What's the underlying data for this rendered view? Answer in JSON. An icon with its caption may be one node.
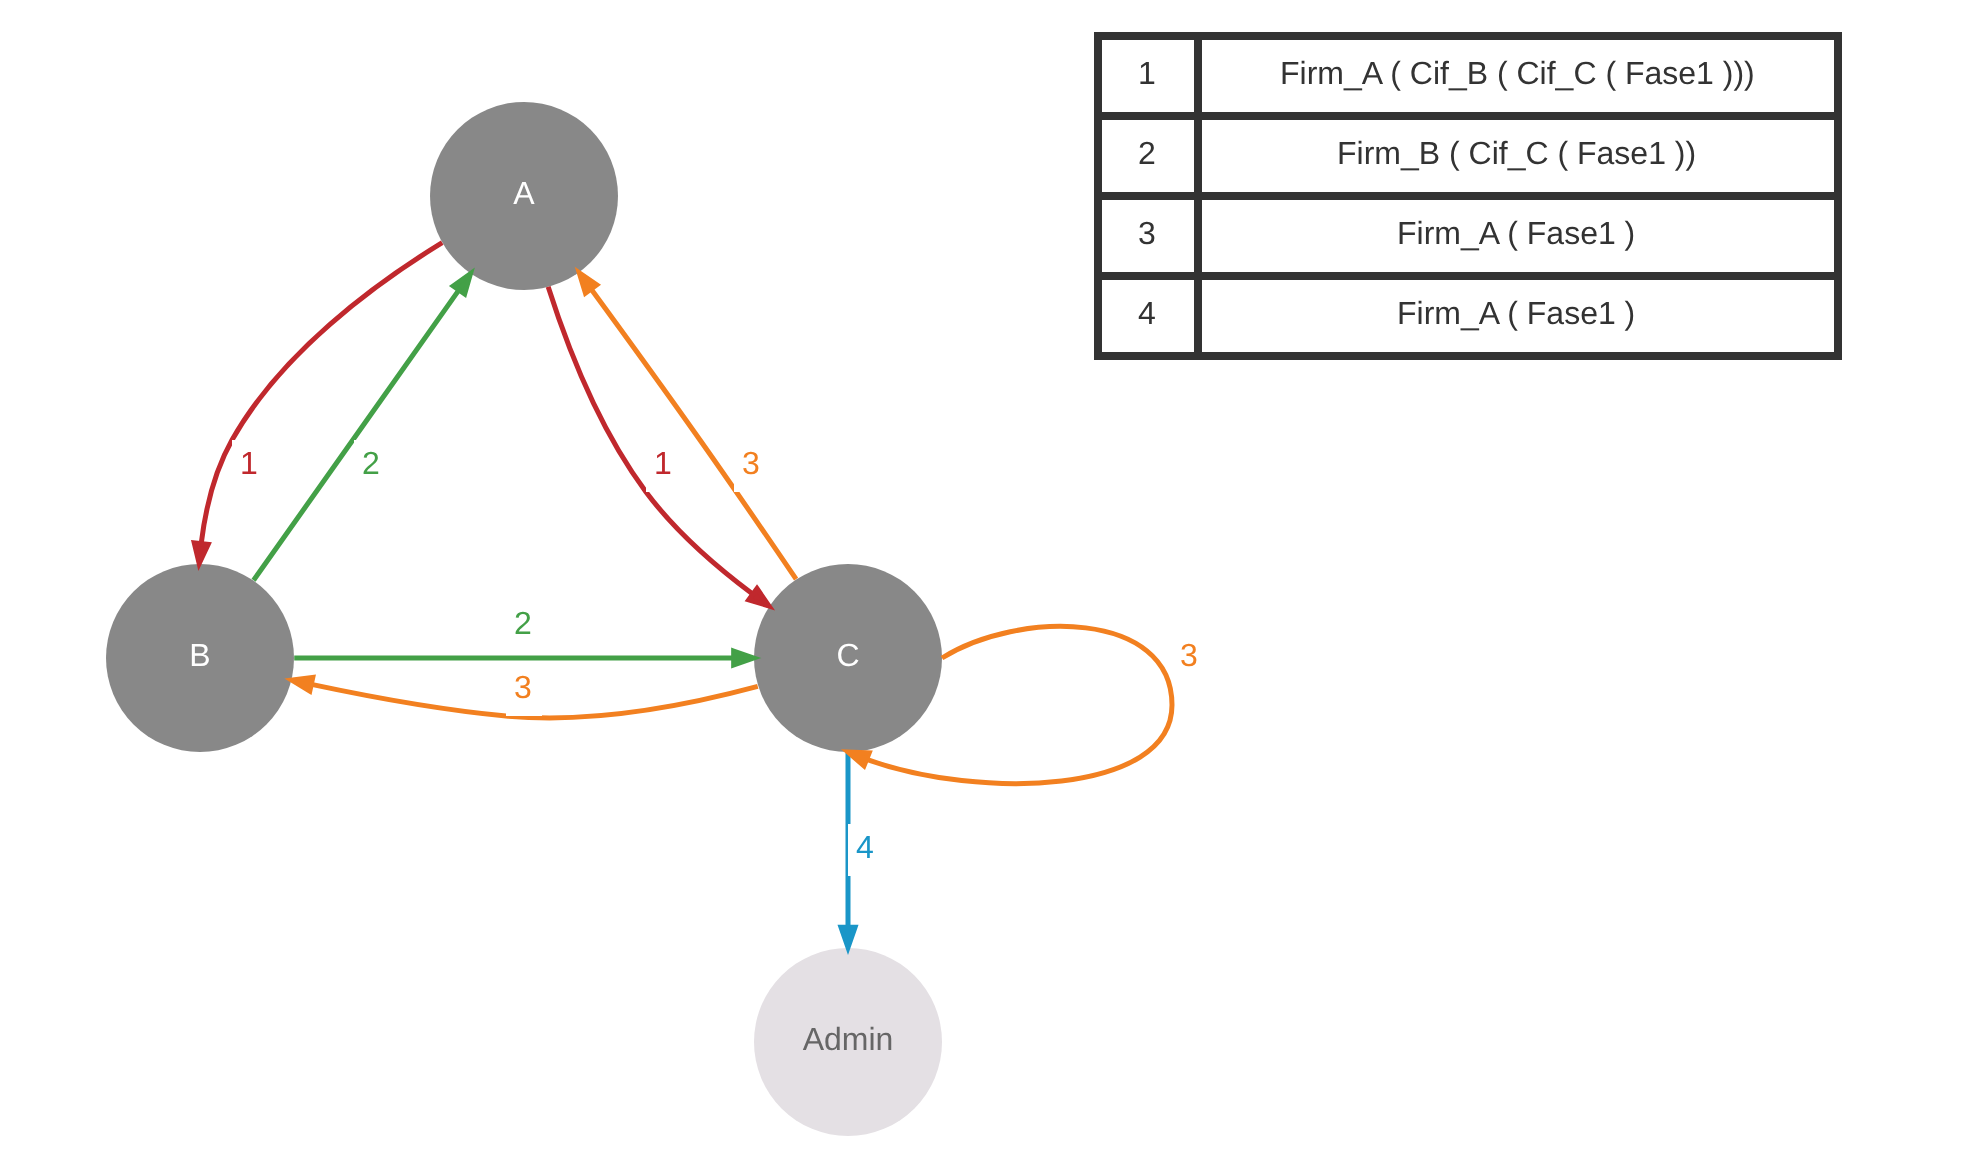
{
  "diagram": {
    "nodes": [
      {
        "text": [
          "A"
        ]
      },
      {
        "text": [
          "Admin"
        ]
      },
      {
        "text": [
          "B"
        ]
      },
      {
        "text": [
          "C"
        ]
      }
    ],
    "edges": [
      {
        "from": 2,
        "to": 0,
        "arrow": "to",
        "label": "2",
        "color": "#43a047"
      },
      {
        "from": 0,
        "to": 2,
        "arrow": "to",
        "label": "1",
        "color": "#c0282d"
      },
      {
        "from": 0,
        "to": 3,
        "arrow": "to",
        "label": "1",
        "color": "#c0282d"
      },
      {
        "from": 3,
        "to": 0,
        "arrow": "to",
        "label": "3",
        "color": "#f28020"
      },
      {
        "from": 3,
        "to": 1,
        "arrow": "to",
        "label": "4",
        "color": "#1a96c8"
      },
      {
        "from": 2,
        "to": 3,
        "arrow": "to",
        "label": "2",
        "color": "#43a047"
      },
      {
        "from": 3,
        "to": 2,
        "arrow": "to",
        "label": "3",
        "color": "#f28020"
      },
      {
        "from": 3,
        "to": 3,
        "arrow": "to",
        "label": "3",
        "color": "#f28020"
      }
    ],
    "labels": [
      "1",
      "Firm_A ( Cif_B ( Cif_C ( Fase1 )))",
      "2",
      "Firm_B ( Cif_C ( Fase1 ))",
      "3",
      "Firm_A ( Fase1 )",
      "4",
      "Firm_A ( Fase1 )"
    ]
  }
}
